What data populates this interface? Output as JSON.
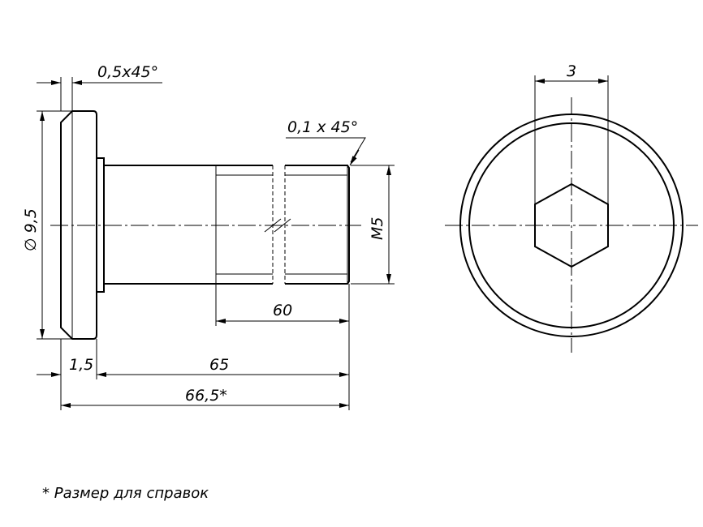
{
  "dimensions": {
    "chamfer_head": "0,5x45°",
    "chamfer_end": "0,1 x 45°",
    "diameter_head": "∅ 9,5",
    "thread": "M5",
    "thread_length": "60",
    "head_thickness": "1,5",
    "shank_length": "65",
    "total_length": "66,5*",
    "hex_socket": "3"
  },
  "note": "* Размер для справок"
}
